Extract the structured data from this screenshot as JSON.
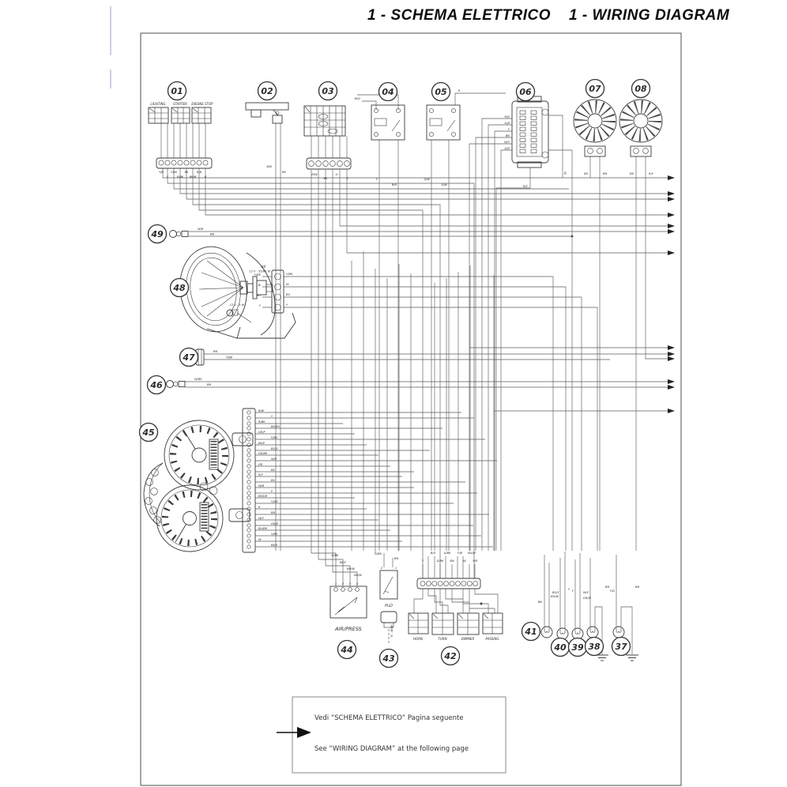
{
  "title": {
    "it": "1 - SCHEMA ELETTRICO",
    "en": "1 - WIRING DIAGRAM"
  },
  "callouts": {
    "c01": "01",
    "c02": "02",
    "c03": "03",
    "c04": "04",
    "c05": "05",
    "c06": "06",
    "c07": "07",
    "c08": "08",
    "c37": "37",
    "c38": "38",
    "c39": "39",
    "c40": "40",
    "c41": "41",
    "c42": "42",
    "c43": "43",
    "c44": "44",
    "c45": "45",
    "c46": "46",
    "c47": "47",
    "c48": "48",
    "c49": "49"
  },
  "comp01": {
    "switch_labels": [
      "LIGHTING",
      "STARTER",
      "ENGINE STOP"
    ],
    "wires": [
      "Y/B",
      "Y",
      "Y/BK",
      "R/BK",
      "BK",
      "BK/B",
      "R/B",
      "R"
    ]
  },
  "comp02": {
    "wires": [
      "B/N",
      "BK"
    ]
  },
  "comp03": {
    "wires": [
      "R/W",
      "BK",
      "O",
      "Y"
    ]
  },
  "comp04": {
    "wire_top": "W/G",
    "wires": [
      "Y",
      "B/R"
    ]
  },
  "comp05": {
    "wire_top": "R",
    "wires": [
      "G/W",
      "G/W"
    ]
  },
  "comp06": {
    "wires_left": [
      "R/G",
      "G/B",
      "Y",
      "BN",
      "W/Y",
      "G/R"
    ],
    "wire_bottom": "R/C"
  },
  "bus": {
    "top_label": "R"
  },
  "comp07": {
    "wires": [
      "BK",
      "BN"
    ]
  },
  "comp08": {
    "wires": [
      "BK",
      "R/Y"
    ]
  },
  "item49": {
    "wires": [
      "W/B",
      "BN"
    ]
  },
  "headlight": {
    "bulb": "H4",
    "power": "12 V - 55/60 W",
    "position_power": "12 V - 5 W",
    "conn_left": [
      "Y/BK",
      "W",
      "BU",
      "Y"
    ],
    "conn_right": [
      "Y/BK",
      "W",
      "BU",
      "Y"
    ]
  },
  "item47": {
    "wires": [
      "BN",
      "Y/BK"
    ]
  },
  "item46": {
    "wires": [
      "W/BK",
      "BN"
    ]
  },
  "cluster": {
    "pins": [
      "B/W",
      "Y",
      "R/BK",
      "BK/BU",
      "GR/P",
      "P/BU",
      "BK/P",
      "BU/Y",
      "GR/BK",
      "W/P",
      "GR",
      "BK",
      "R/Y",
      "BU",
      "W/B",
      "P",
      "BK/GR",
      "Y/GR",
      "R",
      "BN",
      "W/Y",
      "GR/R",
      "BU/BK",
      "Y/BK",
      "W",
      "BK/Y"
    ]
  },
  "sensor44": {
    "label": "AIR/PRESS",
    "pins": [
      "1",
      "2",
      "3",
      "4"
    ],
    "wires": [
      "G/BK",
      "BK/Y",
      "BN/W",
      "BU/W"
    ]
  },
  "sensor43": {
    "label": "H₂O",
    "pins": [
      "2",
      "1"
    ],
    "wires": [
      "G/BK",
      "BN"
    ],
    "cap_wires": "R - W/BK"
  },
  "switches42": {
    "labels": [
      "HORN",
      "TURN",
      "DIMMER",
      "PASSING"
    ],
    "wires_row1": [
      "B/G",
      "G/BK",
      "P/B",
      "BU/W"
    ],
    "wires_row2": [
      "Y",
      "G/BK",
      "BN",
      "W",
      "Y/B"
    ]
  },
  "lamps": {
    "l41": {
      "w1": "BU/Y",
      "w2": "BN"
    },
    "l40": {
      "w1": "BU/W",
      "w2": "Y"
    },
    "l39": {
      "w1": "Y",
      "w2": "GR/W"
    },
    "l38": {
      "w1": "W/Y",
      "w2": "BN"
    },
    "l37": {
      "w1": "Y/G",
      "w2": "BN"
    }
  },
  "note": {
    "line1": "Vedi “SCHEMA ELETTRICO” Pagina seguente",
    "line2": "See “WIRING DIAGRAM” at the following page"
  }
}
